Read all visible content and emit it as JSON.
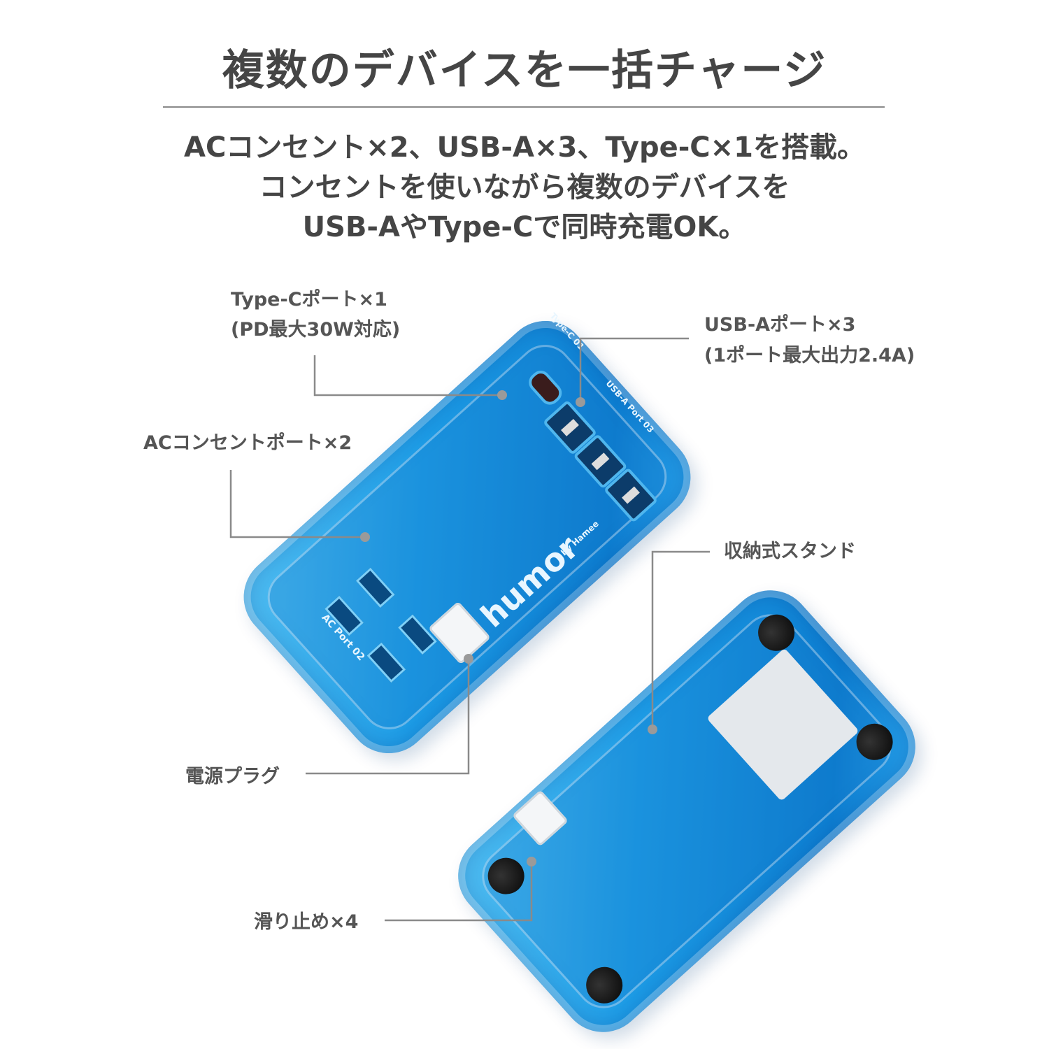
{
  "header": {
    "title": "複数のデバイスを一括チャージ",
    "subtitle_lines": [
      "ACコンセント×2、USB-A×3、Type-C×1を搭載。",
      "コンセントを使いながら複数のデバイスを",
      "USB-AやType-Cで同時充電OK。"
    ]
  },
  "callouts": {
    "type_c": {
      "line1": "Type-Cポート×1",
      "line2": "(PD最大30W対応)"
    },
    "usb_a": {
      "line1": "USB-Aポート×3",
      "line2": "(1ポート最大出力2.4A)"
    },
    "ac": {
      "line1": "ACコンセントポート×2"
    },
    "stand": {
      "line1": "収納式スタンド"
    },
    "plug": {
      "line1": "電源プラグ"
    },
    "feet": {
      "line1": "滑り止め×4"
    }
  },
  "device_print": {
    "type_c_label": "Type-C 01",
    "usb_a_label": "USB-A Port 03",
    "ac_label": "AC Port 02",
    "brand": "humor",
    "brand_sub": "by Hamee"
  },
  "colors": {
    "device": "#1d9ee8",
    "text": "#454545",
    "line": "#8a8a8a"
  }
}
